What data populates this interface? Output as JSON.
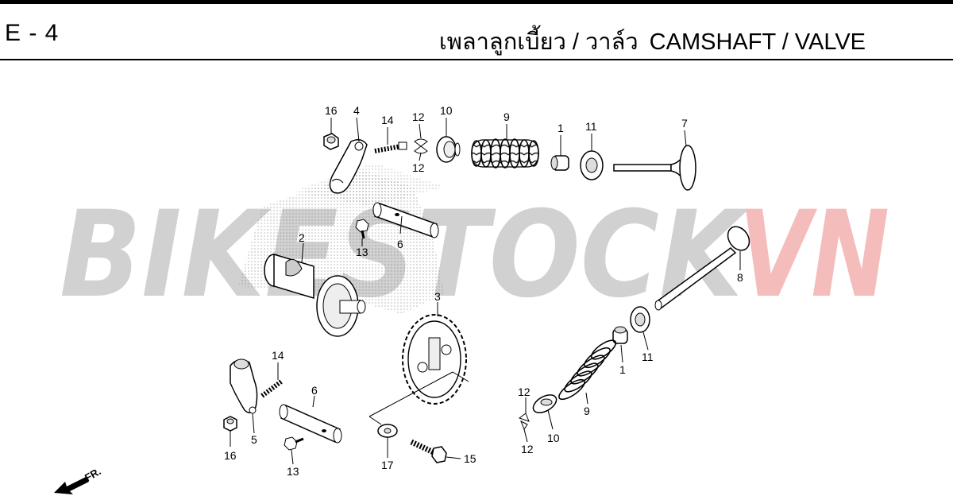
{
  "header": {
    "page_code": "E - 4",
    "title_thai": "เพลาลูกเบี้ยว / วาล์ว",
    "title_en": "CAMSHAFT / VALVE"
  },
  "watermark": {
    "part_a": "BIKESTOCK",
    "part_b": "VN",
    "color_a": "#c8c8c8",
    "color_b": "#f4b6b6"
  },
  "fr_label": "FR.",
  "callouts": {
    "upper_16": "16",
    "upper_4": "4",
    "upper_14": "14",
    "upper_12a": "12",
    "upper_12b": "12",
    "upper_10": "10",
    "upper_9": "9",
    "upper_1": "1",
    "upper_11": "11",
    "upper_7": "7",
    "upper_13": "13",
    "upper_6": "6",
    "upper_2": "2",
    "upper_8": "8",
    "mid_3": "3",
    "right_1": "1",
    "right_11": "11",
    "right_9": "9",
    "right_12a": "12",
    "right_12b": "12",
    "right_10": "10",
    "lower_14": "14",
    "lower_6": "6",
    "lower_5": "5",
    "lower_16": "16",
    "lower_13": "13",
    "lower_17": "17",
    "lower_15": "15"
  }
}
